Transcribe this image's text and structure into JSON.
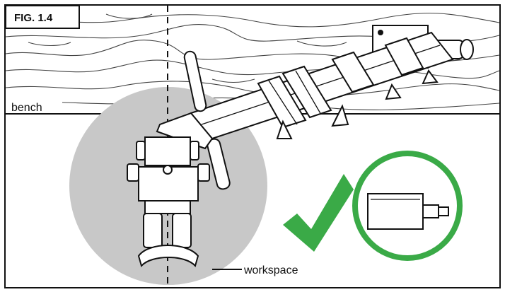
{
  "figure": {
    "label": "FIG. 1.4"
  },
  "labels": {
    "bench": "bench",
    "workspace": "workspace"
  },
  "icons": {
    "checkmark": "checkmark-icon",
    "accessory_callout": "magnified-accessory-icon"
  },
  "colors": {
    "border": "#111111",
    "bench_fill": "#ffffff",
    "workspace_disc": "#c8c8c8",
    "check_green": "#3aaa47",
    "line": "#111111"
  }
}
